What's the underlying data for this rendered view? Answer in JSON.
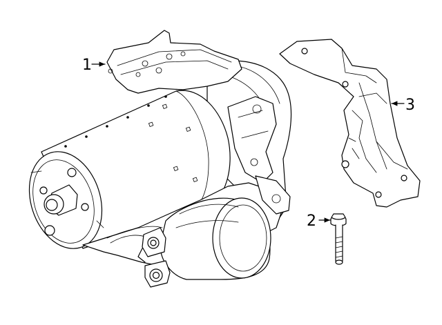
{
  "callouts": [
    {
      "number": "1",
      "part": "heat-shield-upper"
    },
    {
      "number": "2",
      "part": "mounting-bolt"
    },
    {
      "number": "3",
      "part": "heat-shield-side"
    }
  ],
  "colors": {
    "line": "#000000",
    "background": "#ffffff"
  }
}
